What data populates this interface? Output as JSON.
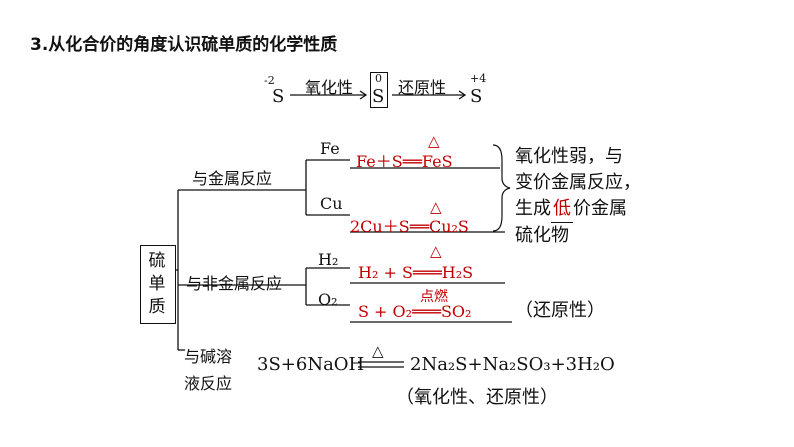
{
  "title": "3.从化合价的角度认识硫单质的化学性质",
  "valence": {
    "left": {
      "sup": "-2",
      "sym": "S"
    },
    "left_arrow_label": "氧化性",
    "center": {
      "sup": "0",
      "sym": "S"
    },
    "right_arrow_label": "还原性",
    "right": {
      "sup": "+4",
      "sym": "S"
    }
  },
  "root": "硫单质",
  "metal": {
    "label": "与金属反应",
    "fe": {
      "reactant": "Fe",
      "equation": "Fe＋S══FeS",
      "condition": "△"
    },
    "cu": {
      "reactant": "Cu",
      "equation": "2Cu＋S══Cu₂S",
      "condition": "△"
    },
    "note_1": "氧化性弱，与",
    "note_2": "变价金属反应，",
    "note_3_pre": "生成",
    "note_3_blank": "低",
    "note_3_post": "价金属",
    "note_4": "硫化物"
  },
  "nonmetal": {
    "label": "与非金属反应",
    "h2": {
      "reactant": "H₂",
      "equation": "H₂ + S═══H₂S",
      "condition": "△"
    },
    "o2": {
      "reactant": "O₂",
      "equation": "S + O₂═══SO₂",
      "condition": "点燃"
    },
    "note": "（还原性）"
  },
  "base": {
    "label_1": "与碱溶",
    "label_2": "液反应",
    "equation_left": "3S+6NaOH",
    "condition": "△",
    "equation_right": "2Na₂S+Na₂SO₃+3H₂O",
    "note": "（氧化性、还原性）"
  },
  "colors": {
    "answer": "#c00000",
    "line": "#111111"
  }
}
